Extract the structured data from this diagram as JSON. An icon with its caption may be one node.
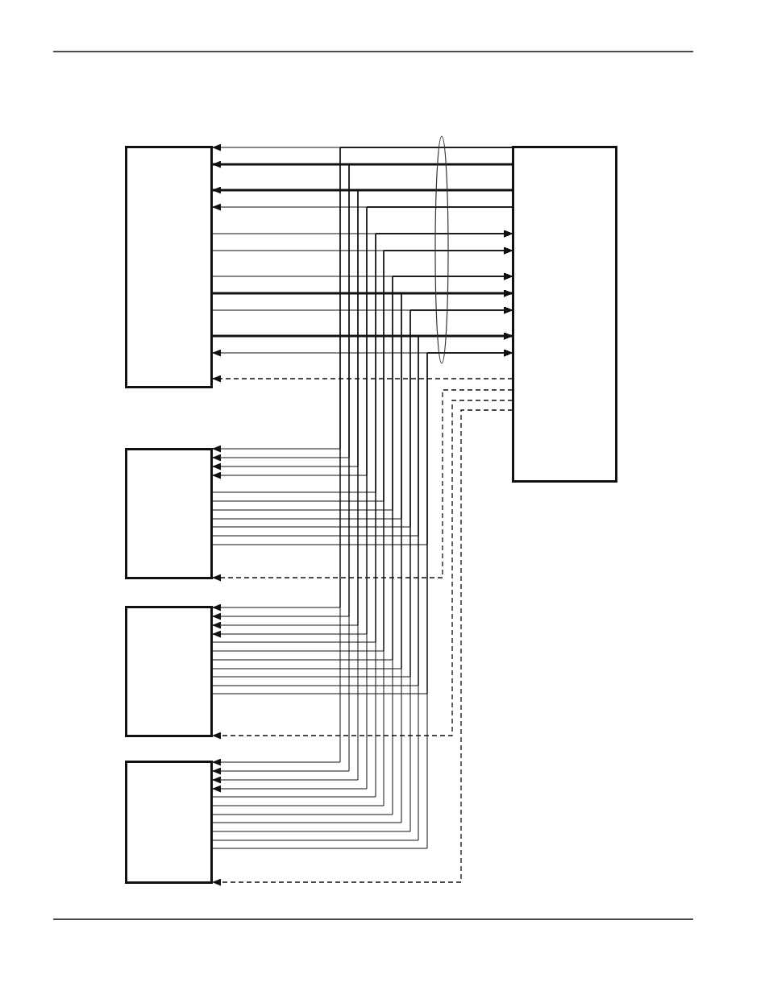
{
  "diagram": {
    "nodes": [
      {
        "text": [],
        "shape": "box"
      },
      {
        "text": [],
        "shape": "box"
      },
      {
        "text": [],
        "shape": "box"
      },
      {
        "text": [],
        "shape": "box"
      },
      {
        "text": [],
        "shape": "box"
      }
    ],
    "edges": [
      {
        "from": 1,
        "to": 0,
        "arrow": "to"
      },
      {
        "from": 1,
        "to": 2,
        "arrow": "to"
      },
      {
        "from": 1,
        "to": 3,
        "arrow": "to"
      },
      {
        "from": 1,
        "to": 4,
        "arrow": "to"
      },
      {
        "from": 1,
        "to": 0,
        "arrow": "to",
        "style": "thick"
      },
      {
        "from": 1,
        "to": 2,
        "arrow": "to"
      },
      {
        "from": 1,
        "to": 3,
        "arrow": "to"
      },
      {
        "from": 1,
        "to": 4,
        "arrow": "to"
      },
      {
        "from": 1,
        "to": 0,
        "arrow": "to",
        "style": "thick"
      },
      {
        "from": 1,
        "to": 2,
        "arrow": "to"
      },
      {
        "from": 1,
        "to": 3,
        "arrow": "to"
      },
      {
        "from": 1,
        "to": 4,
        "arrow": "to"
      },
      {
        "from": 1,
        "to": 0,
        "arrow": "to"
      },
      {
        "from": 1,
        "to": 2,
        "arrow": "to"
      },
      {
        "from": 1,
        "to": 3,
        "arrow": "to"
      },
      {
        "from": 1,
        "to": 4,
        "arrow": "to"
      },
      {
        "from": 0,
        "to": 1,
        "arrow": "to"
      },
      {
        "from": 2,
        "to": 1,
        "arrow": "to"
      },
      {
        "from": 3,
        "to": 1,
        "arrow": "to"
      },
      {
        "from": 4,
        "to": 1,
        "arrow": "to"
      },
      {
        "from": 0,
        "to": 1,
        "arrow": "to"
      },
      {
        "from": 2,
        "to": 1,
        "arrow": "to"
      },
      {
        "from": 3,
        "to": 1,
        "arrow": "to"
      },
      {
        "from": 4,
        "to": 1,
        "arrow": "to"
      },
      {
        "from": 0,
        "to": 1,
        "arrow": "to"
      },
      {
        "from": 2,
        "to": 1,
        "arrow": "to"
      },
      {
        "from": 3,
        "to": 1,
        "arrow": "to"
      },
      {
        "from": 4,
        "to": 1,
        "arrow": "to"
      },
      {
        "from": 0,
        "to": 1,
        "arrow": "to",
        "style": "thick"
      },
      {
        "from": 2,
        "to": 1,
        "arrow": "to"
      },
      {
        "from": 3,
        "to": 1,
        "arrow": "to"
      },
      {
        "from": 4,
        "to": 1,
        "arrow": "to"
      },
      {
        "from": 0,
        "to": 1,
        "arrow": "to"
      },
      {
        "from": 2,
        "to": 1,
        "arrow": "to"
      },
      {
        "from": 3,
        "to": 1,
        "arrow": "to"
      },
      {
        "from": 4,
        "to": 1,
        "arrow": "to"
      },
      {
        "from": 0,
        "to": 1,
        "arrow": "to",
        "style": "thick"
      },
      {
        "from": 2,
        "to": 1,
        "arrow": "to"
      },
      {
        "from": 3,
        "to": 1,
        "arrow": "to"
      },
      {
        "from": 4,
        "to": 1,
        "arrow": "to"
      },
      {
        "from": 0,
        "to": 1,
        "arrow": "both"
      },
      {
        "from": 2,
        "to": 1,
        "arrow": "to"
      },
      {
        "from": 3,
        "to": 1,
        "arrow": "to"
      },
      {
        "from": 4,
        "to": 1,
        "arrow": "to"
      },
      {
        "from": 1,
        "to": 0,
        "arrow": "to",
        "style": "dashed"
      },
      {
        "from": 1,
        "to": 2,
        "arrow": "to",
        "style": "dashed"
      },
      {
        "from": 1,
        "to": 3,
        "arrow": "to",
        "style": "dashed"
      },
      {
        "from": 1,
        "to": 4,
        "arrow": "to",
        "style": "dashed"
      }
    ]
  }
}
